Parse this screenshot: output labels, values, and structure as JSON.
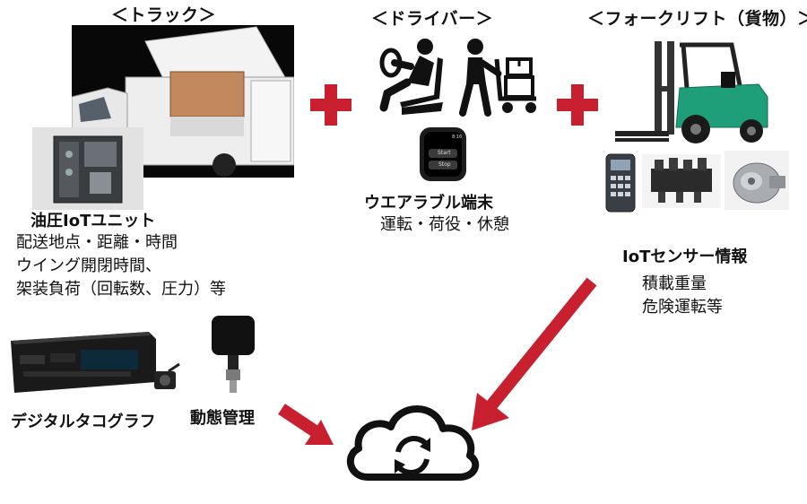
{
  "headers": {
    "truck": "＜トラック＞",
    "driver": "＜ドライバー＞",
    "forklift": "＜フォークリフト（貨物）＞"
  },
  "truck": {
    "iot_unit_label": "油圧IoTユニット",
    "details": [
      "配送地点・距離・時間",
      "ウイング開閉時間、",
      "架装負荷（回転数、圧力）等"
    ]
  },
  "driver": {
    "wearable_label": "ウエアラブル端末",
    "details": "運転・荷役・休憩",
    "watch_buttons": [
      "Start",
      "Stop"
    ],
    "watch_time": "8:16"
  },
  "forklift": {
    "sensor_label": "IoTセンサー情報",
    "details": [
      "積載重量",
      "危険運転等"
    ]
  },
  "bottom": {
    "tachograph_label": "デジタルタコグラフ",
    "tracking_label": "動態管理"
  },
  "colors": {
    "accent_red": "#c8202f",
    "forklift_green": "#1f9e7a"
  }
}
